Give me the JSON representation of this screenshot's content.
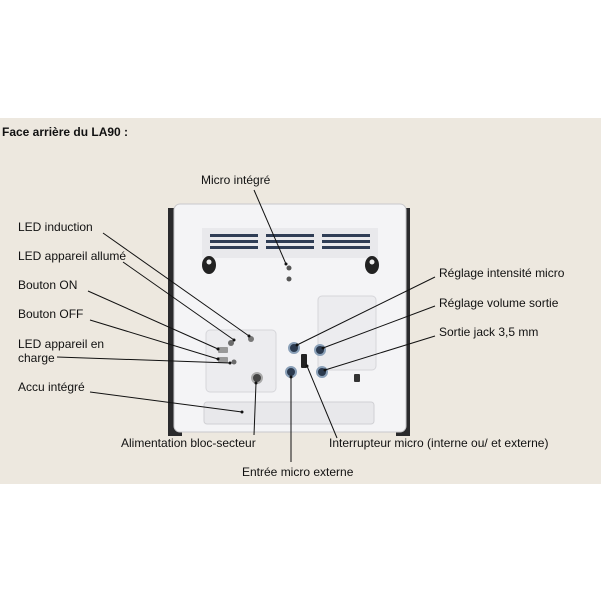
{
  "heading": "Face arrière du LA90 :",
  "labels": {
    "micro_integre": "Micro intégré",
    "led_induction": "LED induction",
    "led_allume": "LED appareil allumé",
    "bouton_on": "Bouton ON",
    "bouton_off": "Bouton OFF",
    "led_charge_line1": "LED appareil en",
    "led_charge_line2": "charge",
    "accu": "Accu intégré",
    "alimentation": "Alimentation bloc-secteur",
    "entree_micro": "Entrée micro externe",
    "interrupteur": "Interrupteur micro (interne ou/ et externe)",
    "reglage_intensite": "Réglage intensité micro",
    "reglage_volume": "Réglage volume sortie",
    "sortie_jack": "Sortie jack 3,5 mm"
  },
  "colors": {
    "panel": "#ede8df",
    "device": "#f4f4f6",
    "device_edge": "#2a2a2c",
    "leader": "#111111"
  }
}
